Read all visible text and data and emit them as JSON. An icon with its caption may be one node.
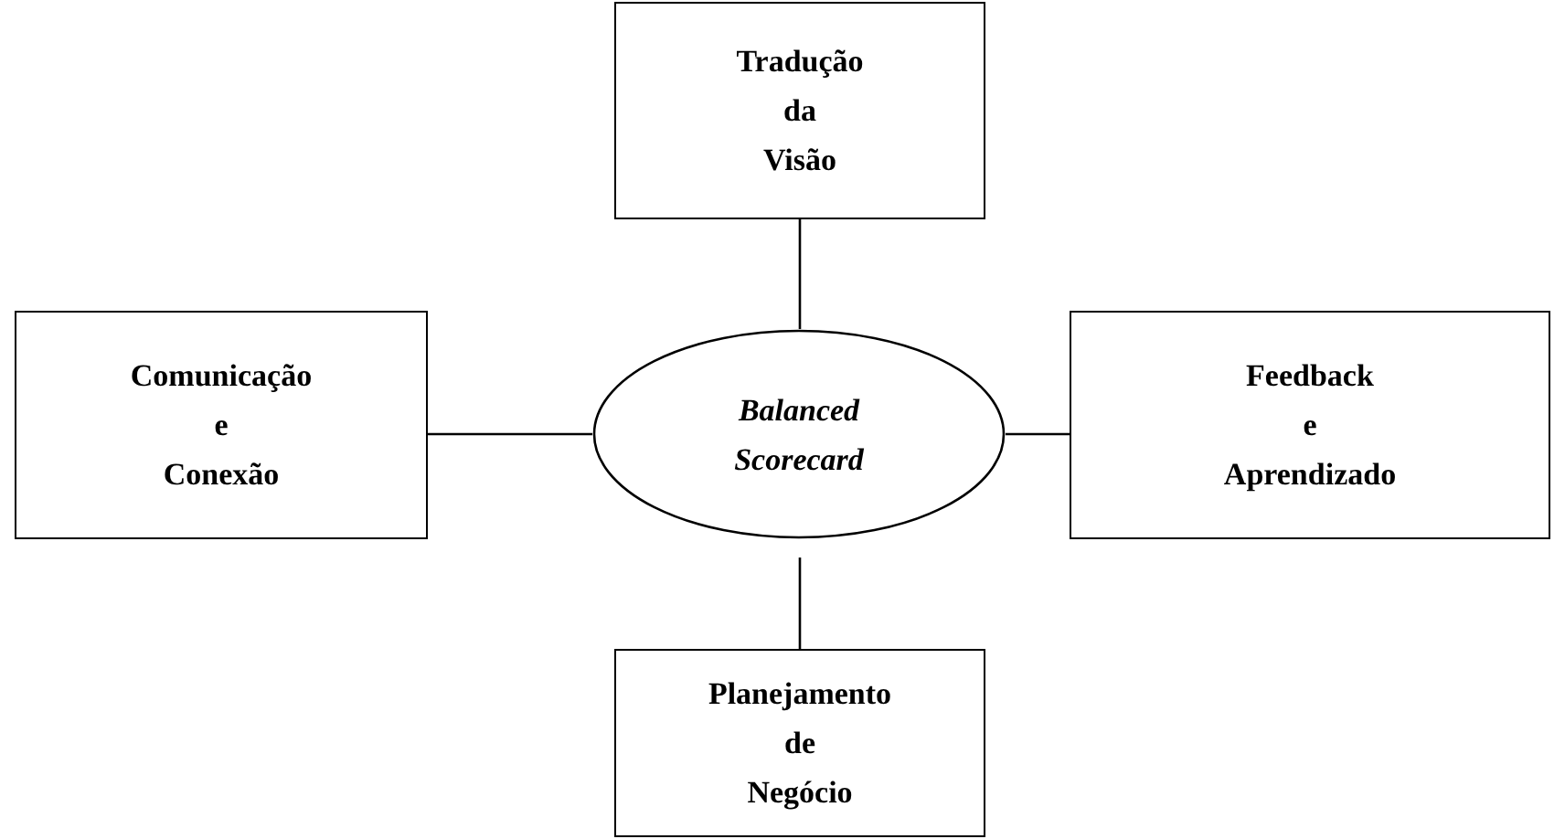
{
  "diagram": {
    "nodes": [
      {
        "text": [
          "Tradução da Visão"
        ]
      },
      {
        "text": [
          "Comunicação e Conexão"
        ]
      },
      {
        "text": [
          "Balanced Scorecard"
        ]
      },
      {
        "text": [
          "Feedback e Aprendizado"
        ]
      },
      {
        "text": [
          "Planejamento de Negócio"
        ]
      }
    ],
    "edges": [
      {
        "from": 2,
        "to": 0,
        "arrow": "none"
      },
      {
        "from": 2,
        "to": 1,
        "arrow": "none"
      },
      {
        "from": 2,
        "to": 3,
        "arrow": "none"
      },
      {
        "from": 2,
        "to": 4,
        "arrow": "none"
      }
    ]
  }
}
